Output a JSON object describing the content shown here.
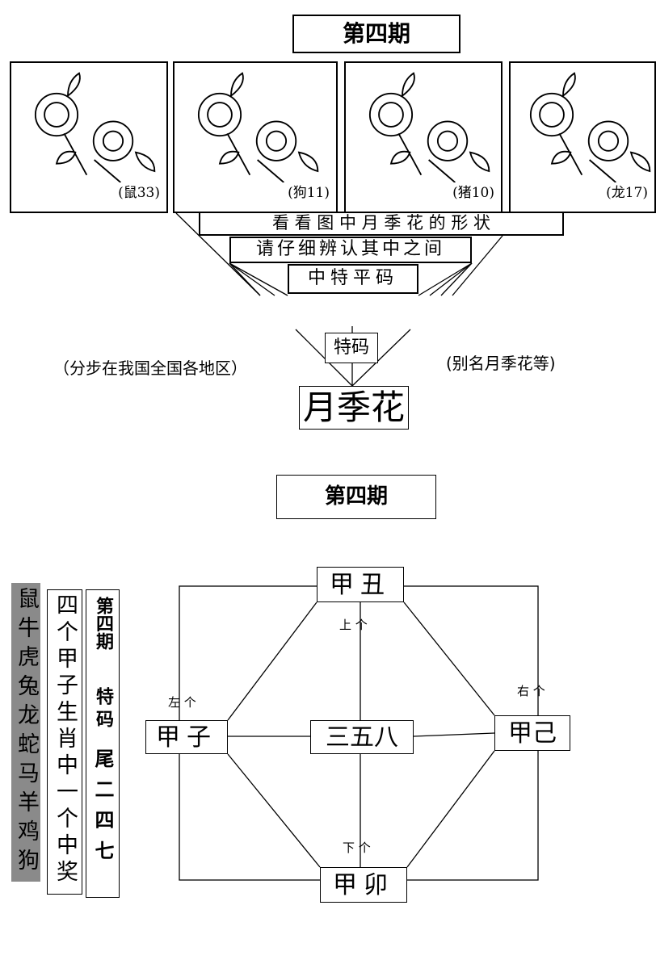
{
  "top_title": "第四期",
  "panels": [
    {
      "label": "(鼠33)"
    },
    {
      "label": "(狗11)"
    },
    {
      "label": "(猪10)"
    },
    {
      "label": "(龙17)"
    }
  ],
  "line1": "看 看 图 中 月 季 花 的 形 状",
  "line2": "请仔细辨认其中之间",
  "line3": "中特平码",
  "tema": "特码",
  "left_note": "（分步在我国全国各地区）",
  "right_note": "(别名月季花等)",
  "answer": "月季花",
  "second_title": "第四期",
  "diagram": {
    "top": "甲丑",
    "left": "甲子",
    "center": "三五八",
    "right": "甲己",
    "bottom": "甲卯",
    "top_label": "上 个",
    "left_label": "左 个",
    "right_label": "右 个",
    "bottom_label": "下 个"
  },
  "zodiac_column": "鼠牛虎兔龙蛇马羊鸡狗",
  "hint_column": "四个甲子生肖中一个中奖",
  "issue_column": {
    "a": "第四期",
    "b": "特码",
    "c": "尾二四七"
  }
}
